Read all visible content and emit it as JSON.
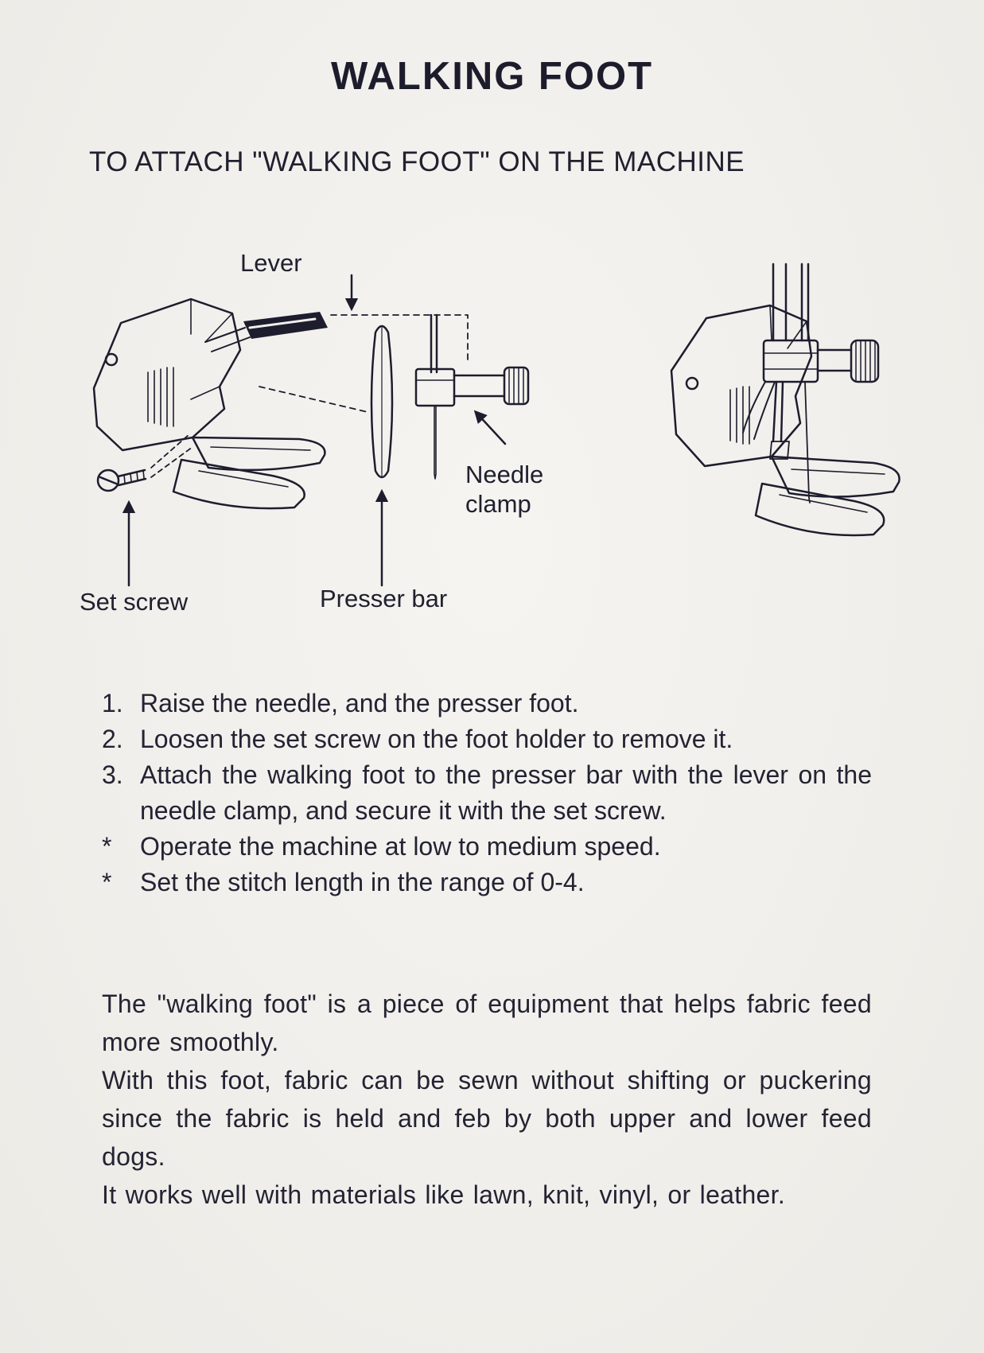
{
  "page": {
    "title": "WALKING FOOT",
    "subtitle": "TO ATTACH \"WALKING FOOT\" ON THE MACHINE"
  },
  "diagram": {
    "labels": {
      "lever": "Lever",
      "needle_clamp": "Needle clamp",
      "set_screw": "Set screw",
      "presser_bar": "Presser bar"
    }
  },
  "instructions": [
    {
      "marker": "1.",
      "text": "Raise the needle, and the presser foot."
    },
    {
      "marker": "2.",
      "text": "Loosen the set screw on the foot holder to remove it."
    },
    {
      "marker": "3.",
      "text": "Attach the walking foot to the presser bar with the lever on the needle clamp, and secure it with the set screw."
    },
    {
      "marker": "*",
      "text": "Operate the machine at low to medium speed."
    },
    {
      "marker": "*",
      "text": "Set the stitch length in the range of 0-4."
    }
  ],
  "paragraphs": [
    "The \"walking foot\" is a piece of equipment that helps fabric feed more smoothly.",
    "With this foot, fabric can be sewn without shifting or puckering since the fabric is held and feb by both upper and lower feed dogs.",
    "It works well with materials like lawn, knit, vinyl, or leather."
  ],
  "colors": {
    "paper": "#f1efeb",
    "ink": "#1d1d2e"
  }
}
